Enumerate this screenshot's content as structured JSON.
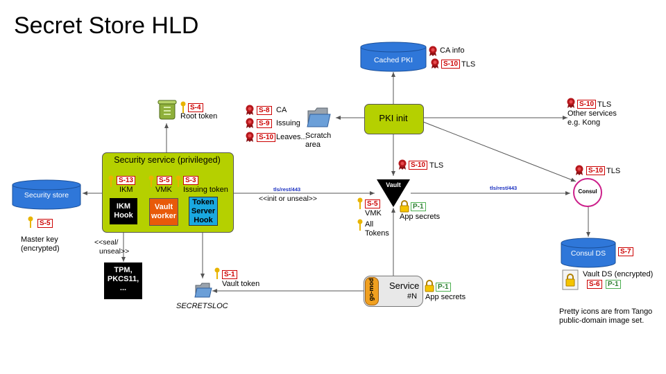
{
  "title": "Secret Store HLD",
  "cylinders": {
    "cached_pki": "Cached PKI",
    "security_store": "Security store",
    "consul_ds": "Consul DS"
  },
  "processes": {
    "pki_init": "PKI init",
    "security_service": "Security service (privileged)",
    "vault": "Vault",
    "consul": "Consul",
    "service": "Service",
    "service_n": "#N",
    "go_mod": "go-mod"
  },
  "inner_boxes": {
    "ikm_hook": [
      "IKM",
      "Hook"
    ],
    "vault_worker": [
      "Vault",
      "worker"
    ],
    "token_server_hook": [
      "Token",
      "Server",
      "Hook"
    ],
    "tpm": [
      "TPM,",
      "PKCS11,",
      "..."
    ]
  },
  "tags": {
    "s1": "S-1",
    "s3": "S-3",
    "s4": "S-4",
    "s5": "S-5",
    "s6": "S-6",
    "s7": "S-7",
    "s8": "S-8",
    "s9": "S-9",
    "s10": "S-10",
    "s13": "S-13",
    "p1": "P-1"
  },
  "labels": {
    "ca_info": "CA info",
    "tls": "TLS",
    "root_token": "Root token",
    "ca": "CA",
    "issuing": "Issuing",
    "leaves": "Leaves...",
    "scratch_area": [
      "Scratch",
      "area"
    ],
    "other_services": [
      "Other services",
      "e.g. Kong"
    ],
    "ikm": "IKM",
    "vmk": "VMK",
    "issuing_token": "Issuing token",
    "master_key": [
      "Master key",
      "(encrypted)"
    ],
    "seal_unseal": [
      "<<seal/",
      "unseal>>"
    ],
    "init_or_unseal": "<<init or unseal>>",
    "tls_rest": "tls/rest/443",
    "all_tokens": [
      "All",
      "Tokens"
    ],
    "app_secrets": "App secrets",
    "vault_token": "Vault token",
    "secretsloc": "SECRETSLOC",
    "vault_ds_encrypted": "Vault DS (encrypted)",
    "credits": [
      "Pretty icons are from Tango",
      "public-domain image set."
    ]
  },
  "colors": {
    "cylinder_fill": "#2f77d9",
    "process_fill": "#b5d000",
    "tag_red": "#cc0000",
    "tag_green": "#4caf50",
    "edge_label": "#1a2fc0",
    "consul_ring": "#cc1f8a",
    "key_gold": "#e8b400"
  },
  "icons": [
    "certificate-ribbon-icon",
    "key-icon",
    "padlock-icon",
    "trash-icon",
    "folder-icon",
    "document-lock-icon"
  ]
}
